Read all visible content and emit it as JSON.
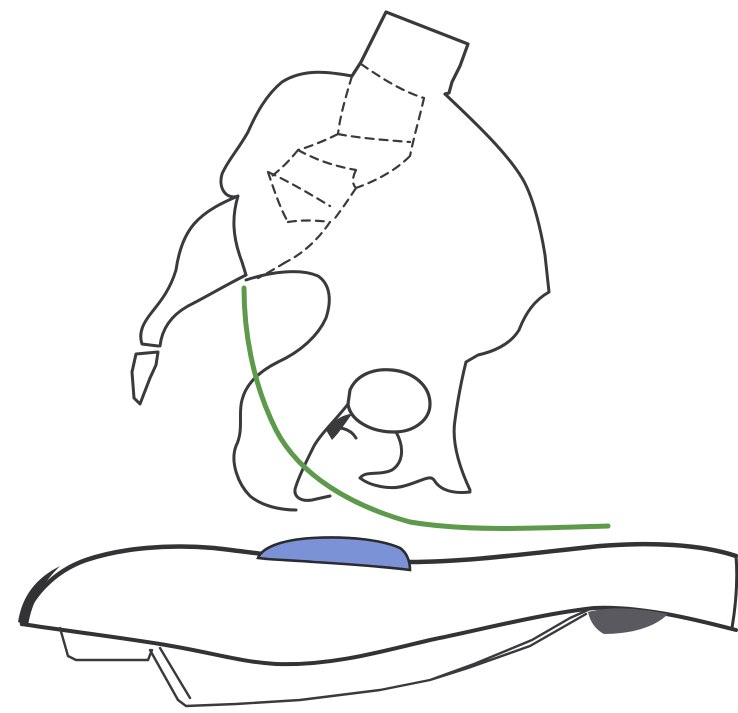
{
  "colors": {
    "outline": "#3a3a3c",
    "saddle_outline": "#333336",
    "pressure_pad": "#7b92d6",
    "nerve_path": "#5e9a4b",
    "saddle_shadow": "#5a595f",
    "background": "#ffffff"
  },
  "icons": {
    "pelvis": "pelvis-drawing",
    "saddle": "bicycle-saddle-drawing",
    "nerve": "nerve-line",
    "pad": "pressure-pad"
  }
}
